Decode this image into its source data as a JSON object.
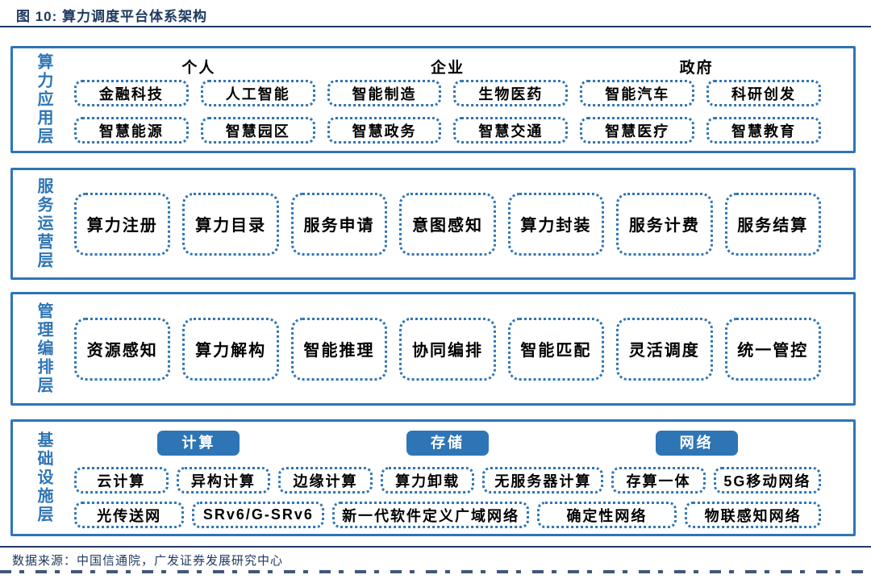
{
  "figure": {
    "title": "图 10: 算力调度平台体系架构",
    "source": "数据来源：中国信通院，广发证券发展研究中心"
  },
  "colors": {
    "accent_blue": "#2e75b6",
    "navy": "#1f3a60",
    "box_text": "#000000",
    "pill_text": "#ffffff"
  },
  "layers": [
    {
      "label": "算力应用层",
      "groups": [
        "个人",
        "企业",
        "政府"
      ],
      "rows": [
        [
          "金融科技",
          "人工智能",
          "智能制造",
          "生物医药",
          "智能汽车",
          "科研创发"
        ],
        [
          "智慧能源",
          "智慧园区",
          "智慧政务",
          "智慧交通",
          "智慧医疗",
          "智慧教育"
        ]
      ]
    },
    {
      "label": "服务运营层",
      "rows": [
        [
          "算力注册",
          "算力目录",
          "服务申请",
          "意图感知",
          "算力封装",
          "服务计费",
          "服务结算"
        ]
      ]
    },
    {
      "label": "管理编排层",
      "rows": [
        [
          "资源感知",
          "算力解构",
          "智能推理",
          "协同编排",
          "智能匹配",
          "灵活调度",
          "统一管控"
        ]
      ]
    },
    {
      "label": "基础设施层",
      "pills": [
        "计算",
        "存储",
        "网络"
      ],
      "rows": [
        [
          "云计算",
          "异构计算",
          "边缘计算",
          "算力卸载",
          "无服务器计算",
          "存算一体",
          "5G移动网络"
        ],
        [
          "光传送网",
          "SRv6/G-SRv6",
          "新一代软件定义广域网络",
          "确定性网络",
          "物联感知网络"
        ]
      ]
    }
  ]
}
